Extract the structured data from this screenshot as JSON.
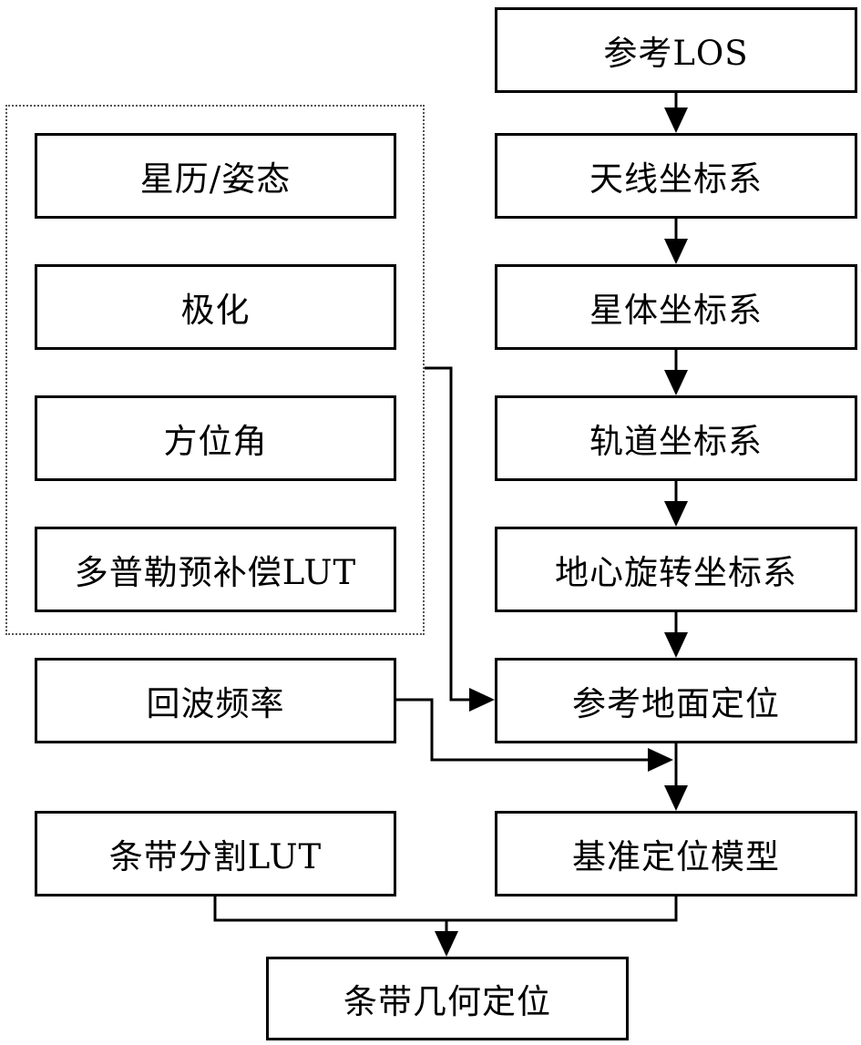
{
  "left_group": {
    "boxes": [
      "星历/姿态",
      "极化",
      "方位角",
      "多普勒预补偿LUT"
    ]
  },
  "left_column": {
    "echo_frequency": "回波频率",
    "strip_lut": "条带分割LUT"
  },
  "right_column": {
    "boxes": [
      "参考LOS",
      "天线坐标系",
      "星体坐标系",
      "轨道坐标系",
      "地心旋转坐标系",
      "参考地面定位",
      "基准定位模型"
    ]
  },
  "bottom": {
    "strip_geolocation": "条带几何定位"
  },
  "colors": {
    "line": "#000000",
    "group_border": "#555555",
    "background": "#ffffff"
  }
}
